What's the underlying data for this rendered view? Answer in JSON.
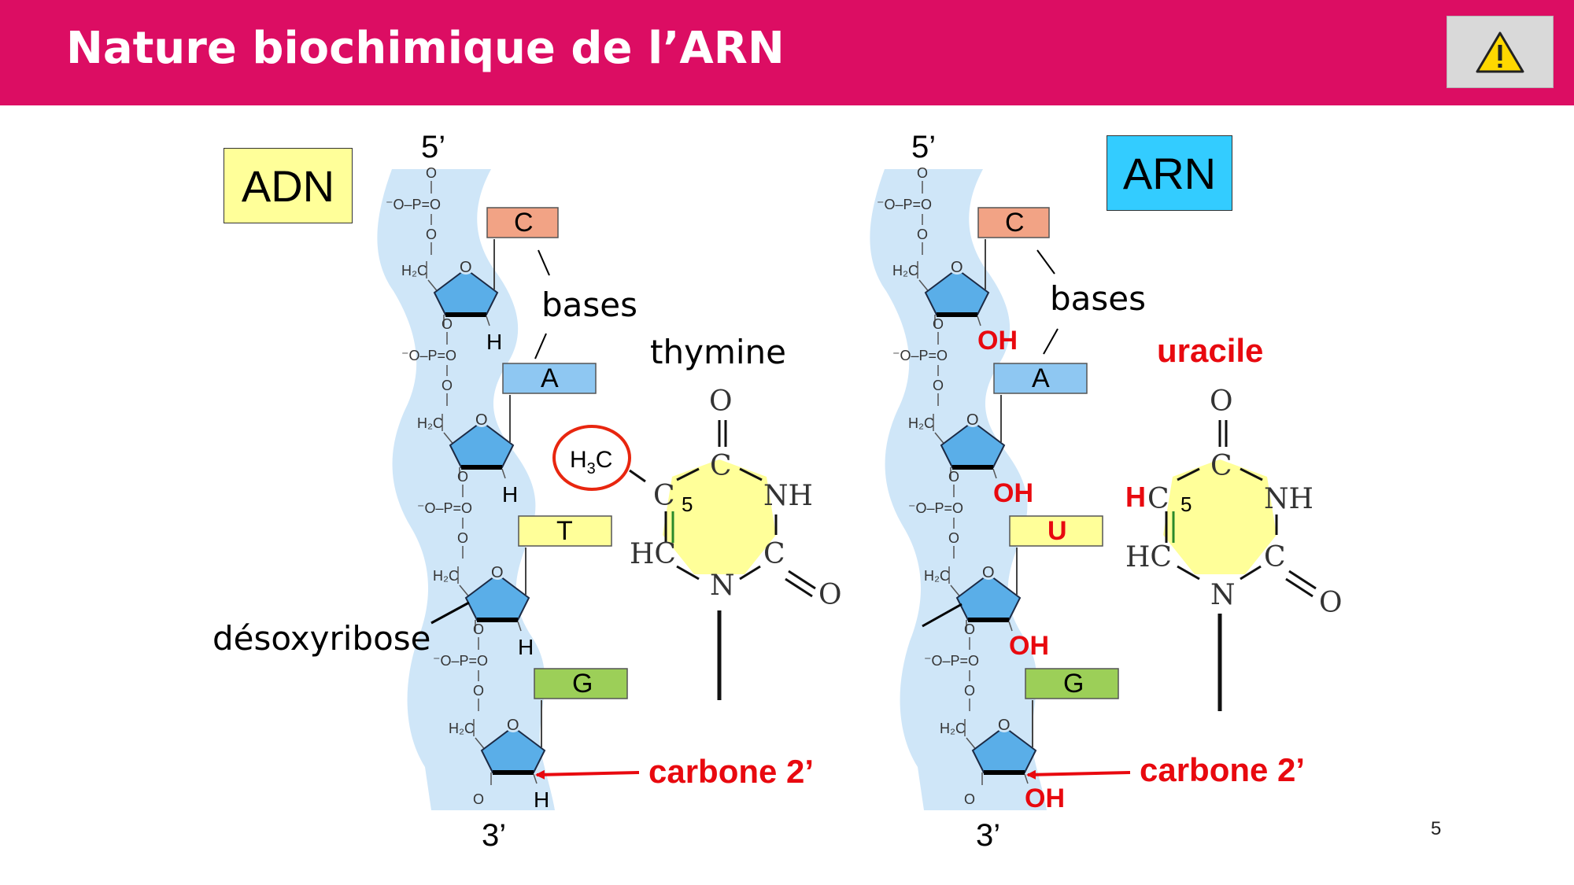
{
  "slide": {
    "title": "Nature biochimique de l’ARN",
    "page_number": "5",
    "warning_icon": "warning-triangle-icon",
    "colors": {
      "header": "#dc0d63",
      "accent_red": "#e8090f",
      "backbone": "#cfe6f8",
      "sugar": "#5aaee8"
    }
  },
  "dna": {
    "label": "ADN",
    "end5": "5’",
    "end3": "3’",
    "phosphate": [
      "O",
      "⁻O–P=O",
      "O"
    ],
    "sugar_carbon": "H₂C",
    "ring_oxygen": "O",
    "bases": [
      "C",
      "A",
      "T",
      "G"
    ],
    "c2_substituents": [
      "H",
      "H",
      "H",
      "H"
    ],
    "bases_label": "bases",
    "sugar_label": "désoxyribose",
    "carbon_label": "carbone 2’",
    "base_name": "thymine",
    "ring": {
      "methyl_h": "H",
      "methyl_3": "3",
      "methyl_c": "C",
      "c5": "C",
      "position": "5",
      "hc": "HC",
      "nh": "NH",
      "c4": "C",
      "c2": "C",
      "n1": "N",
      "o4": "O",
      "o2": "O"
    }
  },
  "rna": {
    "label": "ARN",
    "end5": "5’",
    "end3": "3’",
    "phosphate": [
      "O",
      "⁻O–P=O",
      "O"
    ],
    "sugar_carbon": "H₂C",
    "ring_oxygen": "O",
    "bases": [
      "C",
      "A",
      "U",
      "G"
    ],
    "c2_substituents": [
      "OH",
      "OH",
      "OH",
      "OH"
    ],
    "bases_label": "bases",
    "carbon_label": "carbone 2’",
    "base_name": "uracile",
    "ring": {
      "h": "H",
      "c5": "C",
      "position": "5",
      "hc": "HC",
      "nh": "NH",
      "c4": "C",
      "c2": "C",
      "n1": "N",
      "o4": "O",
      "o2": "O"
    }
  }
}
